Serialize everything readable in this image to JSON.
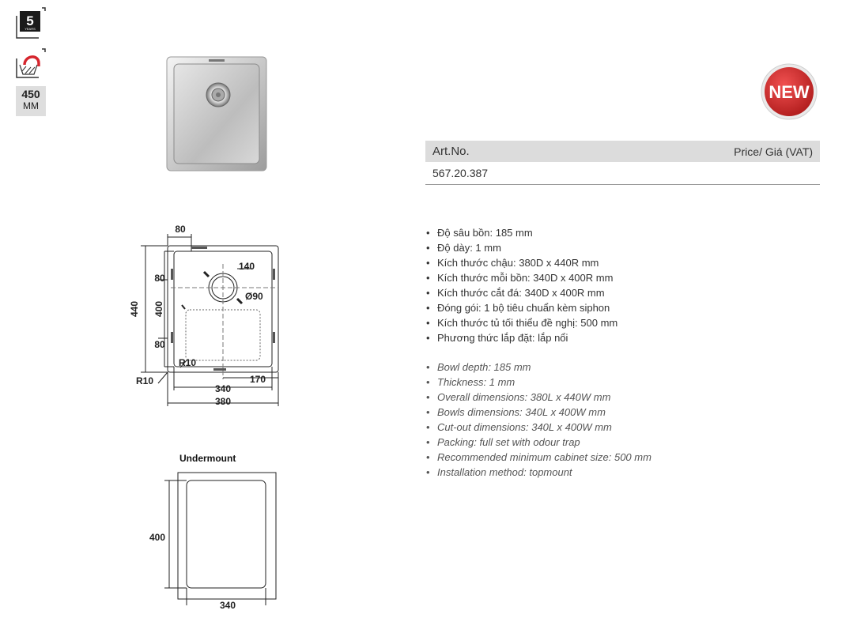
{
  "badges": {
    "warranty_years": "5",
    "warranty_caption": "YEARS",
    "size_number": "450",
    "size_unit": "MM",
    "new_label": "NEW"
  },
  "drawing": {
    "dims": {
      "top_offset": "80",
      "height_total": "440",
      "bowl_height": "400",
      "top_margin": "80",
      "bottom_margin": "80",
      "drain_offset": "140",
      "drain_diameter": "Ø90",
      "inner_radius": "R10",
      "outer_radius": "R10",
      "bowl_width": "340",
      "right_offset": "170",
      "width_total": "380"
    },
    "undermount": {
      "title": "Undermount",
      "height": "400",
      "width": "340"
    }
  },
  "article": {
    "header_left": "Art.No.",
    "header_right": "Price/ Giá (VAT)",
    "number": "567.20.387"
  },
  "specs_vi": [
    "Độ sâu bồn: 185 mm",
    "Độ dày: 1 mm",
    "Kích thước chậu: 380D x 440R mm",
    "Kích thước mỗi bồn: 340D x 400R mm",
    "Kích thước cắt đá: 340D x 400R mm",
    "Đóng gói: 1 bộ tiêu chuẩn kèm siphon",
    "Kích thước tủ tối thiểu đề nghị: 500 mm",
    "Phương thức lắp đặt: lắp nổi"
  ],
  "specs_en": [
    "Bowl depth: 185 mm",
    "Thickness: 1 mm",
    "Overall dimensions: 380L x 440W mm",
    "Bowls dimensions: 340L x 400W mm",
    "Cut-out dimensions: 340L x 400W mm",
    "Packing: full set with odour trap",
    "Recommended minimum cabinet size: 500 mm",
    "Installation method: topmount"
  ],
  "colors": {
    "new_red": "#d42a2a",
    "header_gray": "#dcdcdc",
    "accent_red": "#d6262e"
  }
}
